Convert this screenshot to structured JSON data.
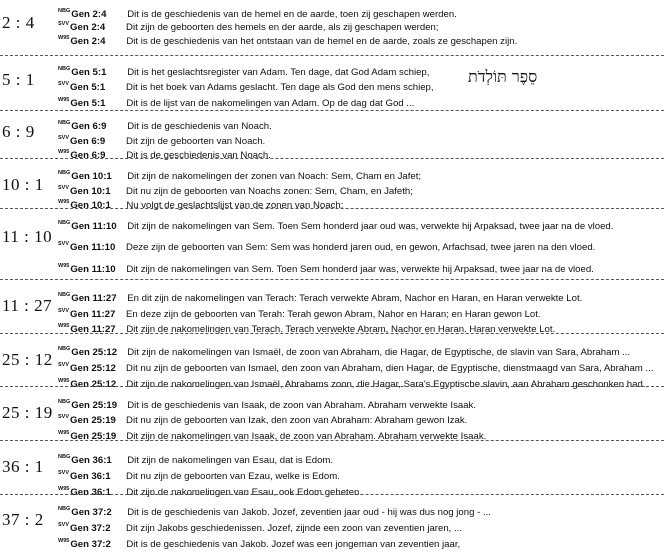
{
  "sections": [
    {
      "ref": "2 : 4",
      "lines": [
        {
          "version": "NBG",
          "book": "Gen 2:4",
          "text": "Dit is de geschiedenis van de hemel en de aarde, toen zij geschapen werden."
        },
        {
          "version": "SVV",
          "book": "Gen 2:4",
          "text": "Dit zijn de geboorten des hemels en der aarde, als zij geschapen werden;"
        },
        {
          "version": "W95",
          "book": "Gen 2:4",
          "text": "Dit is de geschiedenis van het ontstaan van de hemel en de aarde, zoals ze geschapen zijn."
        }
      ]
    },
    {
      "ref": "5 : 1",
      "lines": [
        {
          "version": "NBG",
          "book": "Gen 5:1",
          "text": "Dit is het geslachtsregister van Adam. Ten dage, dat God Adam schiep,"
        },
        {
          "version": "SVV",
          "book": "Gen 5:1",
          "text": "Dit is het boek van Adams geslacht. Ten dage als God den mens schiep,"
        },
        {
          "version": "W95",
          "book": "Gen 5:1",
          "text": "Dit is de lijst van de nakomelingen van Adam. Op de dag dat God ..."
        }
      ]
    },
    {
      "ref": "6 : 9",
      "lines": [
        {
          "version": "NBG",
          "book": "Gen 6:9",
          "text": "Dit is de geschiedenis van Noach."
        },
        {
          "version": "SVV",
          "book": "Gen 6:9",
          "text": "Dit zijn de geboorten van Noach."
        },
        {
          "version": "W95",
          "book": "Gen 6:9",
          "text": "Dit is de geschiedenis van Noach."
        }
      ]
    },
    {
      "ref": "10 : 1",
      "lines": [
        {
          "version": "NBG",
          "book": "Gen 10:1",
          "text": "Dit zijn de nakomelingen der zonen van Noach: Sem, Cham en Jafet;"
        },
        {
          "version": "SVV",
          "book": "Gen 10:1",
          "text": "Dit nu zijn de geboorten van Noachs zonen: Sem, Cham, en Jafeth;"
        },
        {
          "version": "W95",
          "book": "Gen 10:1",
          "text": "Nu volgt de geslachtslijst van de zonen van Noach:"
        }
      ]
    },
    {
      "ref": "11 : 10",
      "lines": [
        {
          "version": "NBG",
          "book": "Gen 11:10",
          "text": "Dit zijn de nakomelingen van Sem. Toen Sem honderd jaar oud was, verwekte hij Arpaksad, twee jaar na de vloed."
        },
        {
          "version": "SVV",
          "book": "Gen 11:10",
          "text": "Deze zijn de geboorten van Sem: Sem was honderd jaren oud, en gewon, Arfachsad, twee jaren na den vloed."
        },
        {
          "version": "W95",
          "book": "Gen 11:10",
          "text": "Dit zijn de nakomelingen van Sem. Toen Sem honderd jaar was, verwekte hij Arpaksad, twee jaar na de vloed."
        }
      ]
    },
    {
      "ref": "11 : 27",
      "lines": [
        {
          "version": "NBG",
          "book": "Gen 11:27",
          "text": "En dit zijn de nakomelingen van Terach: Terach verwekte Abram, Nachor en Haran, en Haran verwekte Lot."
        },
        {
          "version": "SVV",
          "book": "Gen 11:27",
          "text": "En deze zijn de geboorten van Terah: Terah gewon Abram, Nahor en Haran; en Haran gewon Lot."
        },
        {
          "version": "W95",
          "book": "Gen 11:27",
          "text": "Dit zijn de nakomelingen van Terach. Terach verwekte Abram, Nachor en Haran. Haran verwekte Lot."
        }
      ]
    },
    {
      "ref": "25 : 12",
      "lines": [
        {
          "version": "NBG",
          "book": "Gen 25:12",
          "text": "Dit zijn de nakomelingen van Ismaël, de zoon van Abraham, die Hagar, de Egyptische, de slavin van Sara, Abraham ..."
        },
        {
          "version": "SVV",
          "book": "Gen 25:12",
          "text": "Dit nu zijn de geboorten van Ismael, den zoon van Abraham, dien Hagar, de Egyptische, dienstmaagd van Sara, Abraham ..."
        },
        {
          "version": "W95",
          "book": "Gen 25:12",
          "text": "Dit zijn de nakomelingen van Ismaël, Abrahams zoon, die Hagar, Sara's Egyptische slavin, aan Abraham geschonken had."
        }
      ]
    },
    {
      "ref": "25 : 19",
      "lines": [
        {
          "version": "NBG",
          "book": "Gen 25:19",
          "text": "Dit is de geschiedenis van Isaak, de zoon van Abraham. Abraham verwekte Isaak."
        },
        {
          "version": "SVV",
          "book": "Gen 25:19",
          "text": "Dit nu zijn de geboorten van Izak, den zoon van Abraham: Abraham gewon Izak."
        },
        {
          "version": "W95",
          "book": "Gen 25:19",
          "text": "Dit zijn de nakomelingen van Isaak, de zoon van Abraham. Abraham verwekte Isaak."
        }
      ]
    },
    {
      "ref": "36 : 1",
      "lines": [
        {
          "version": "NBG",
          "book": "Gen 36:1",
          "text": "Dit zijn de nakomelingen van Esau, dat is Edom."
        },
        {
          "version": "SVV",
          "book": "Gen 36:1",
          "text": "Dit nu zijn de geboorten van Ezau, welke is Edom."
        },
        {
          "version": "W95",
          "book": "Gen 36:1",
          "text": "Dit zijn de nakomelingen van Esau, ook Edom geheten."
        }
      ]
    },
    {
      "ref": "37 : 2",
      "lines": [
        {
          "version": "NBG",
          "book": "Gen 37:2",
          "text": "Dit is de geschiedenis van Jakob. Jozef, zeventien jaar oud - hij was dus nog jong - ..."
        },
        {
          "version": "SVV",
          "book": "Gen 37:2",
          "text": "Dit zijn Jakobs geschiedenissen. Jozef, zijnde een zoon van zeventien jaren, ..."
        },
        {
          "version": "W95",
          "book": "Gen 37:2",
          "text": "Dit is de geschiedenis van Jakob. Jozef was een jongeman van zeventien jaar,"
        }
      ]
    }
  ],
  "hebrew": "סֵפֶר תּוֹלְדֹת"
}
